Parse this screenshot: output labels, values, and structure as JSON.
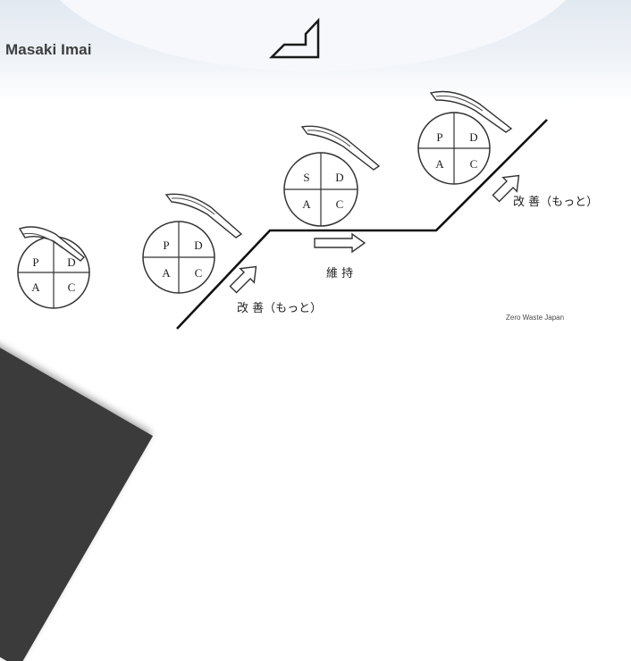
{
  "author": "Masaki Imai",
  "credit": "Zero Waste Japan",
  "cycles": [
    {
      "name": "pdca-1",
      "quadrants": [
        "P",
        "D",
        "A",
        "C"
      ]
    },
    {
      "name": "pdca-2",
      "quadrants": [
        "P",
        "D",
        "A",
        "C"
      ]
    },
    {
      "name": "sdca",
      "quadrants": [
        "S",
        "D",
        "A",
        "C"
      ]
    },
    {
      "name": "pdca-3",
      "quadrants": [
        "P",
        "D",
        "A",
        "C"
      ]
    }
  ],
  "labels": {
    "improvement_lower": "改 善（もっと）",
    "maintain": "維 持",
    "improvement_upper": "改 善（もっと）"
  }
}
